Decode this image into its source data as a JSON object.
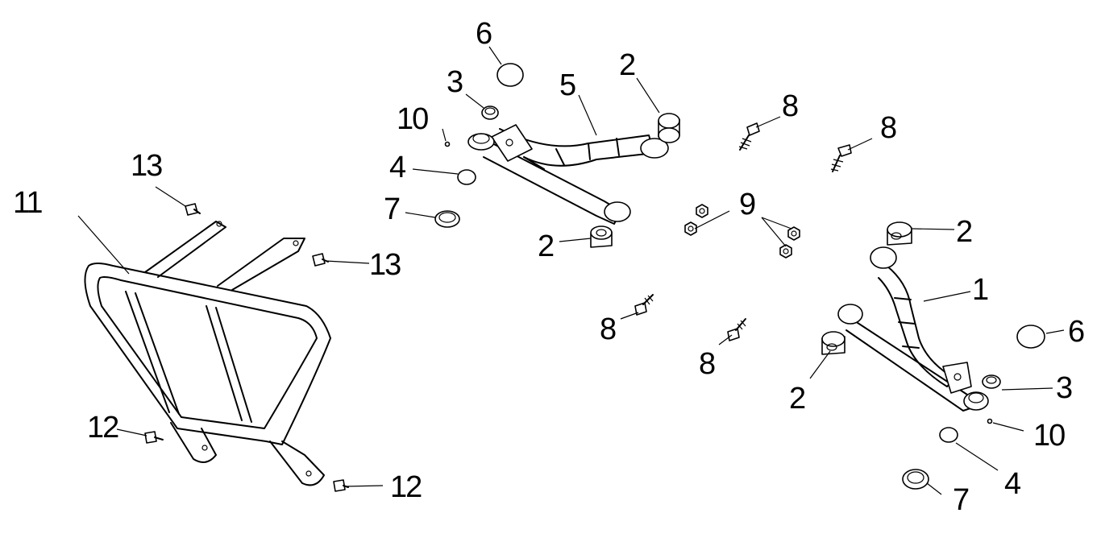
{
  "diagram": {
    "callouts": {
      "upper_arm": "5",
      "lower_arm": "1",
      "bushing": "2",
      "sleeve": "3",
      "cap_small": "4",
      "cap_large": "6",
      "seal": "7",
      "bolt": "8",
      "nut": "9",
      "grease_fitting": "10",
      "bumper_guard": "11",
      "bolt_lower": "12",
      "bolt_upper": "13"
    }
  }
}
